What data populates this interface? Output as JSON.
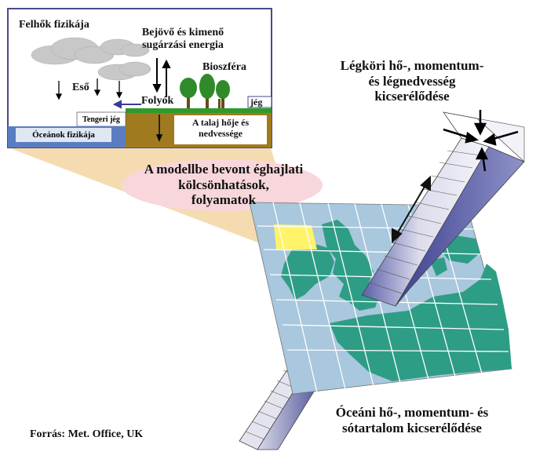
{
  "inset": {
    "clouds_label": "Felhők fizikája",
    "radiation_label_1": "Bejövő és kimenő",
    "radiation_label_2": "sugárzási energia",
    "biosphere_label": "Bioszféra",
    "rain_label": "Eső",
    "rivers_label": "Folyók",
    "ice_label": "jég",
    "sea_ice_label": "Tengeri jég",
    "ocean_physics_label": "Óceánok fizikája",
    "soil_label_1": "A talaj hője és",
    "soil_label_2": "nedvessége"
  },
  "model_label": {
    "line1": "A modellbe bevont éghajlati",
    "line2": "kölcsönhatások,",
    "line3": "folyamatok"
  },
  "atmosphere_label": {
    "line1": "Légköri hő-, momentum-",
    "line2": "és  légnedvesség",
    "line3": "kicserélődése"
  },
  "ocean_label": {
    "line1": "Óceáni hő-, momentum- és",
    "line2": "sótartalom kicserélődése"
  },
  "source": "Forrás: Met. Office, UK",
  "colors": {
    "sea": "#a9c7dd",
    "land": "#2e9d86",
    "highlight_cell": "#fff36a",
    "cone": "#f5dcb0",
    "ellipse": "#f7d6dc",
    "column_top": "#4c4f96",
    "column_light": "#e7e7f1",
    "soil": "#a07a1f",
    "grass": "#2e9a2c",
    "ocean_strip": "#5a7dc2"
  }
}
